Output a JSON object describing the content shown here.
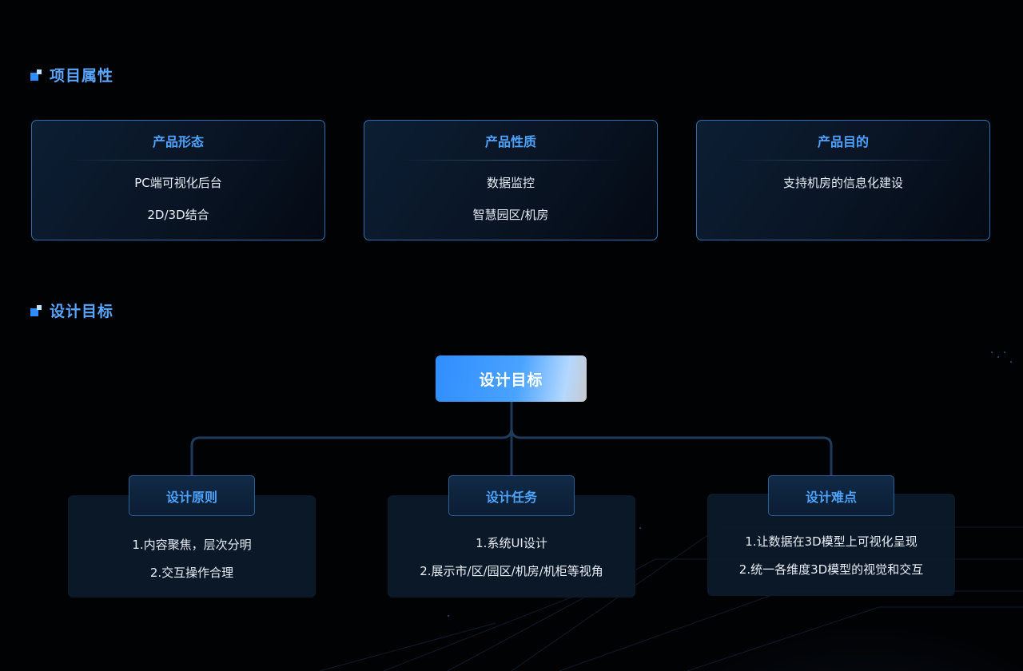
{
  "sections": {
    "attributes_title": "项目属性",
    "goals_title": "设计目标"
  },
  "attribute_cards": [
    {
      "title": "产品形态",
      "lines": [
        "PC端可视化后台",
        "2D/3D结合"
      ]
    },
    {
      "title": "产品性质",
      "lines": [
        "数据监控",
        "智慧园区/机房"
      ]
    },
    {
      "title": "产品目的",
      "lines": [
        "支持机房的信息化建设"
      ]
    }
  ],
  "goal_tree": {
    "root_label": "设计目标",
    "branches": [
      {
        "title": "设计原则",
        "items": [
          "1.内容聚焦，层次分明",
          "2.交互操作合理"
        ]
      },
      {
        "title": "设计任务",
        "items": [
          "1.系统UI设计",
          "2.展示市/区/园区/机房/机柜等视角"
        ]
      },
      {
        "title": "设计难点",
        "items": [
          "1.让数据在3D模型上可视化呈现",
          "2.统一各维度3D模型的视觉和交互"
        ]
      }
    ]
  },
  "colors": {
    "background": "#010204",
    "accent_blue": "#4da3ff",
    "card_border": "#2f6fb0",
    "connector": "#1e3a5c"
  }
}
